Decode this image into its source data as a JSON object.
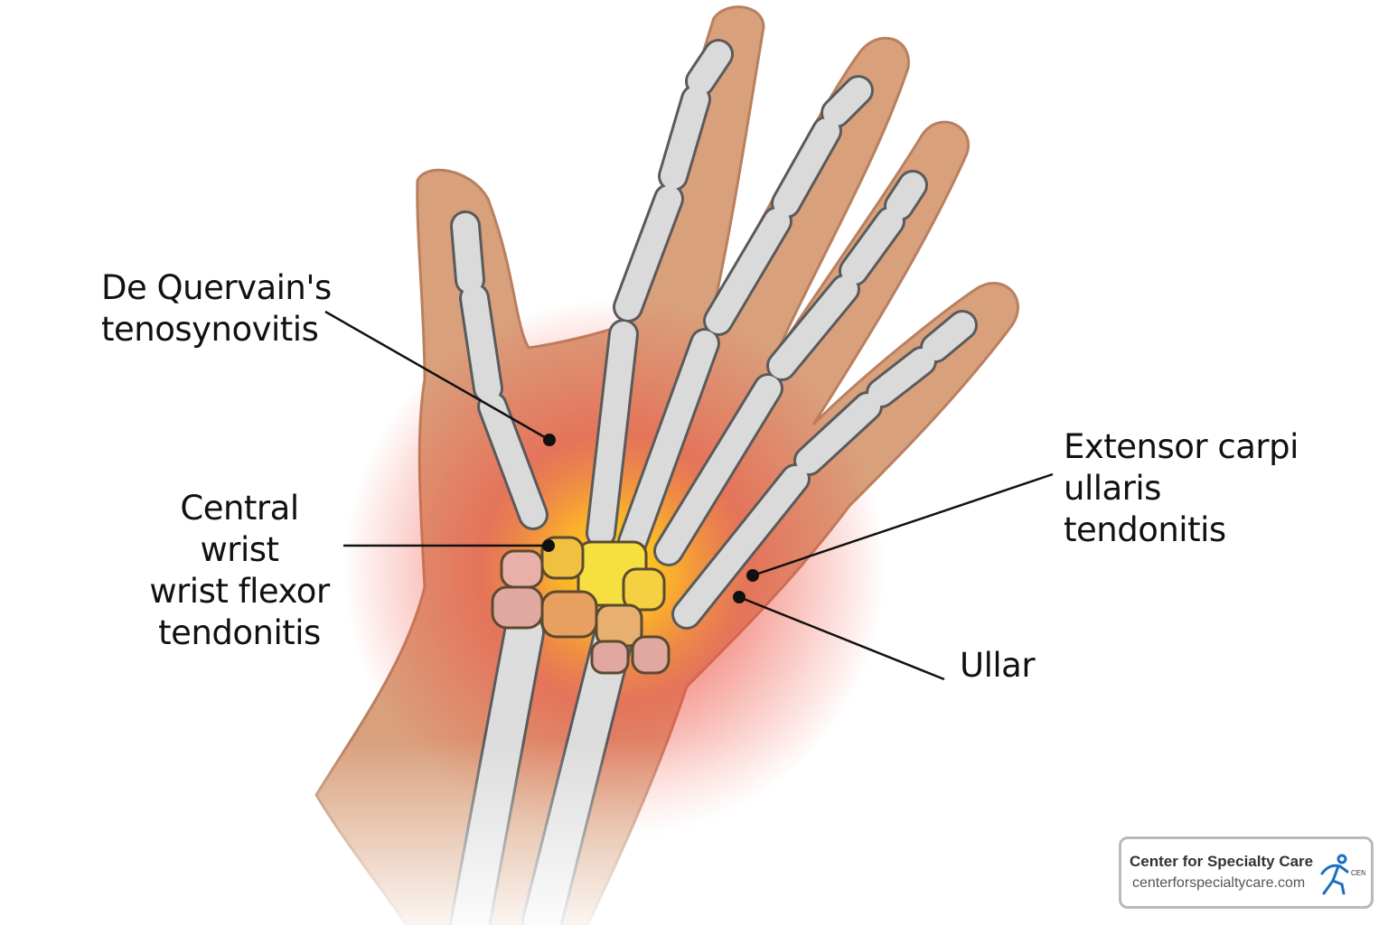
{
  "labels": {
    "de_quervain": [
      "De Quervain's",
      "tenosynovitis"
    ],
    "central": [
      "Central wrist",
      "wrist flexor",
      "tendonitis"
    ],
    "extensor": [
      "Extensor carpi ullaris",
      "tendonitis"
    ],
    "ullar": "Ullar"
  },
  "logo": {
    "title": "Center for Specialty Care",
    "url": "centerforspecialtycare.com",
    "icon": "running-figure-icon",
    "icon_text": "CEN"
  },
  "colors": {
    "skin": "#d9a07c",
    "bone": "#d9d9d9",
    "inflammation": "#f0e040",
    "redness": "#e8504a"
  }
}
